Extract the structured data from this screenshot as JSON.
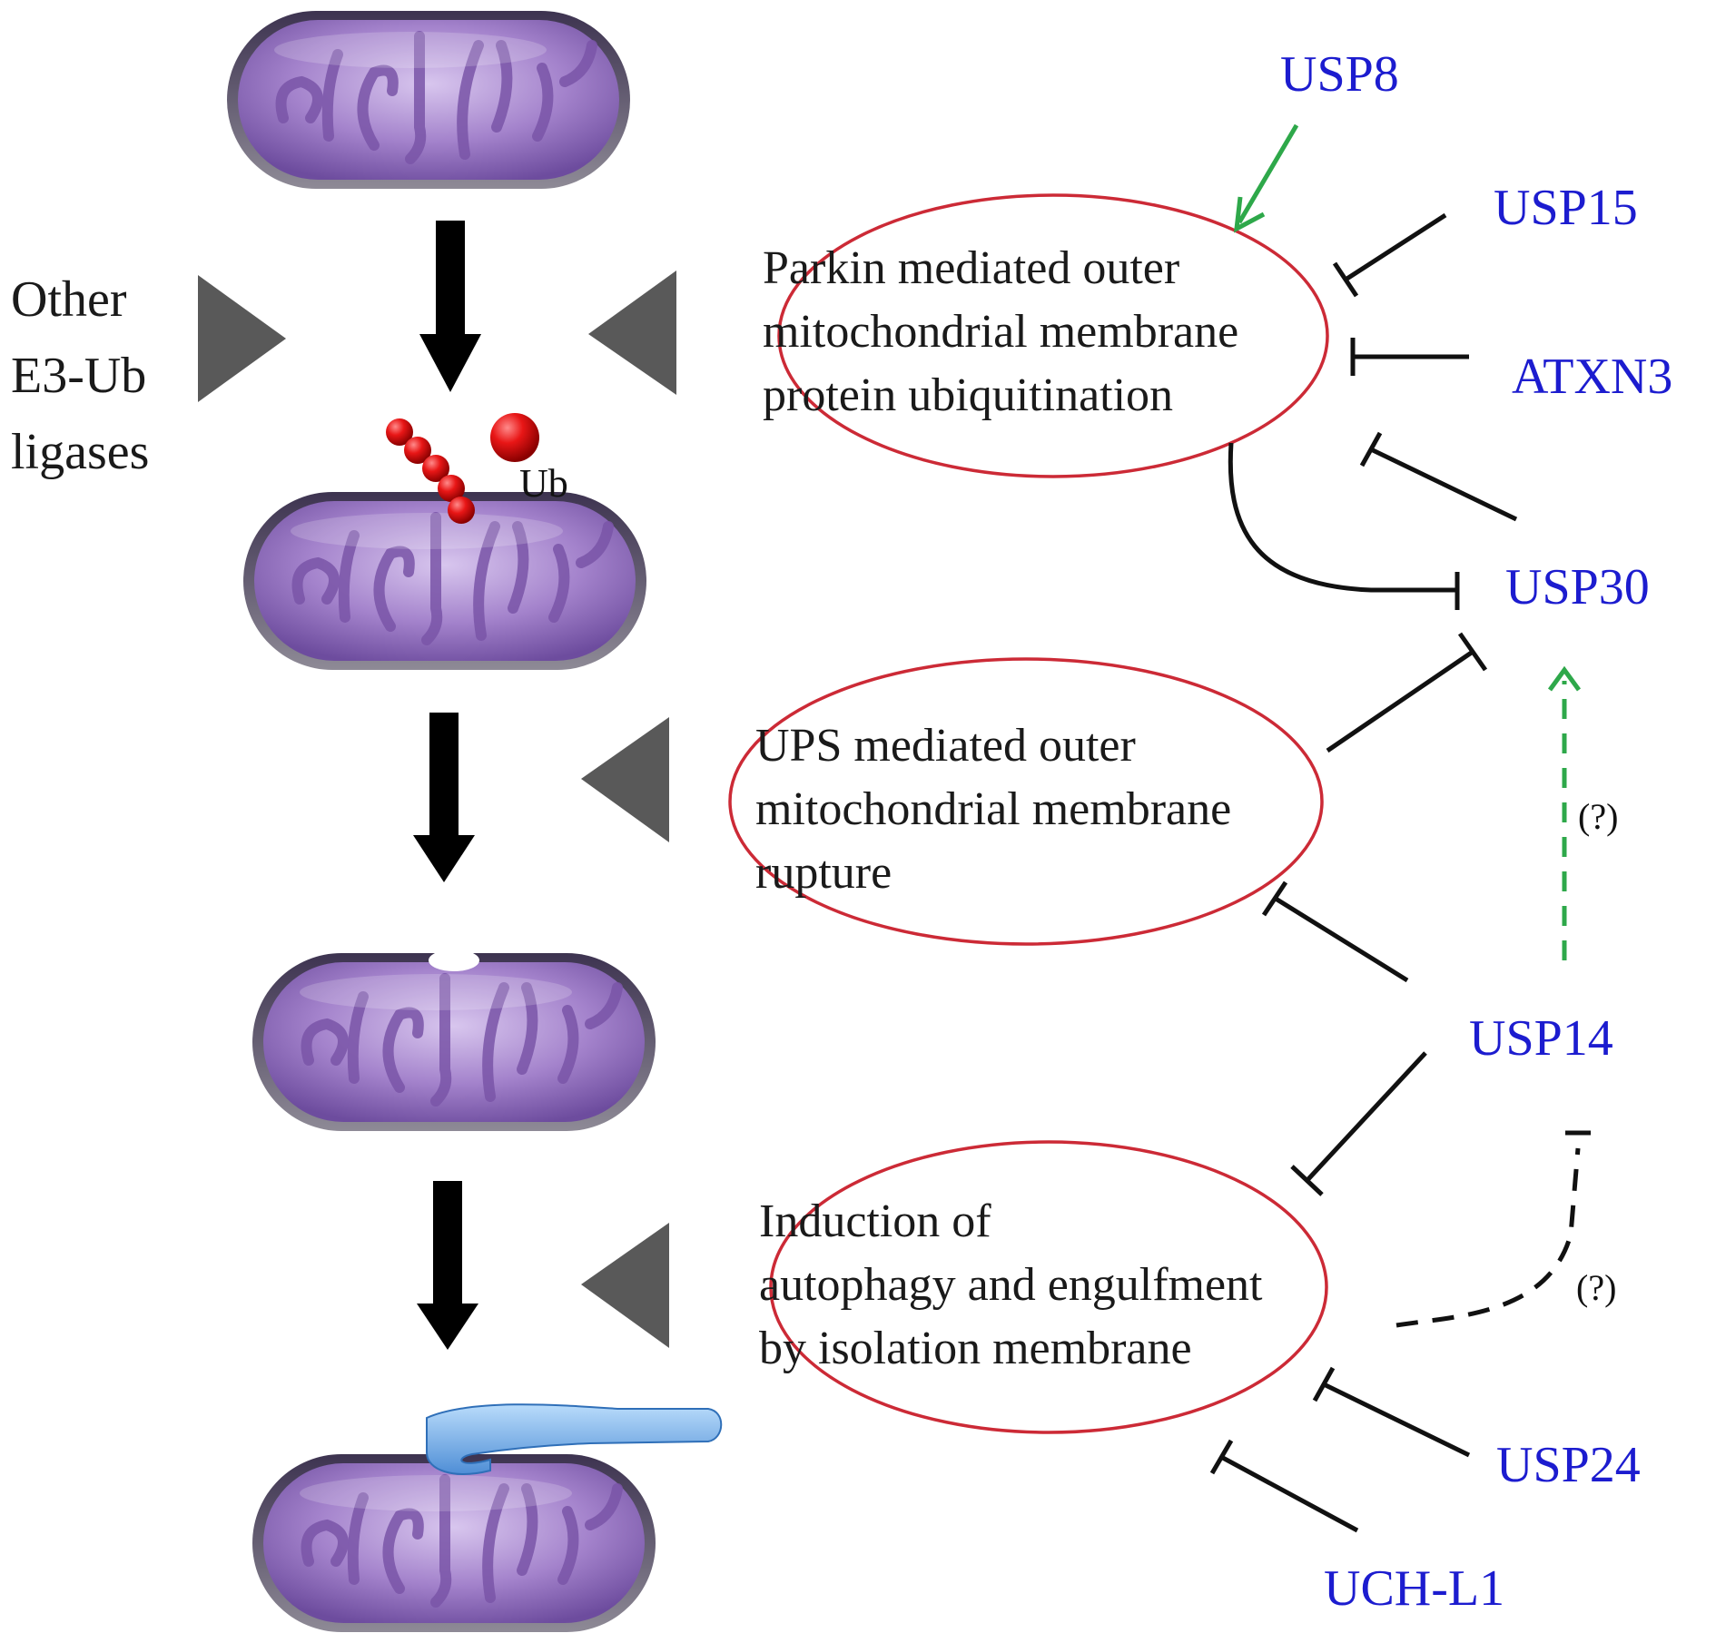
{
  "left_label": {
    "lines": [
      "Other",
      "E3-Ub",
      "ligases"
    ]
  },
  "ub_label": "Ub",
  "steps": [
    {
      "lines": [
        "Parkin mediated outer",
        "mitochondrial membrane",
        "protein ubiquitination"
      ]
    },
    {
      "lines": [
        "UPS mediated outer",
        "mitochondrial membrane",
        "rupture"
      ]
    },
    {
      "lines": [
        "Induction of",
        "autophagy and engulfment",
        "by isolation membrane"
      ]
    }
  ],
  "enzymes": {
    "usp8": "USP8",
    "usp15": "USP15",
    "atxn3": "ATXN3",
    "usp30": "USP30",
    "usp14": "USP14",
    "usp24": "USP24",
    "uchl1": "UCH-L1"
  },
  "uncertain_1": "(?)",
  "uncertain_2": "(?)",
  "colors": {
    "enzyme_text": "#1c1ccf",
    "oval_stroke": "#cc2a36",
    "activation_arrow": "#2ea84a",
    "inhibition": "#111111",
    "mito_fill": "#9a78c4",
    "ub": "#e11818",
    "isolation_membrane": "#6aa8e8"
  }
}
